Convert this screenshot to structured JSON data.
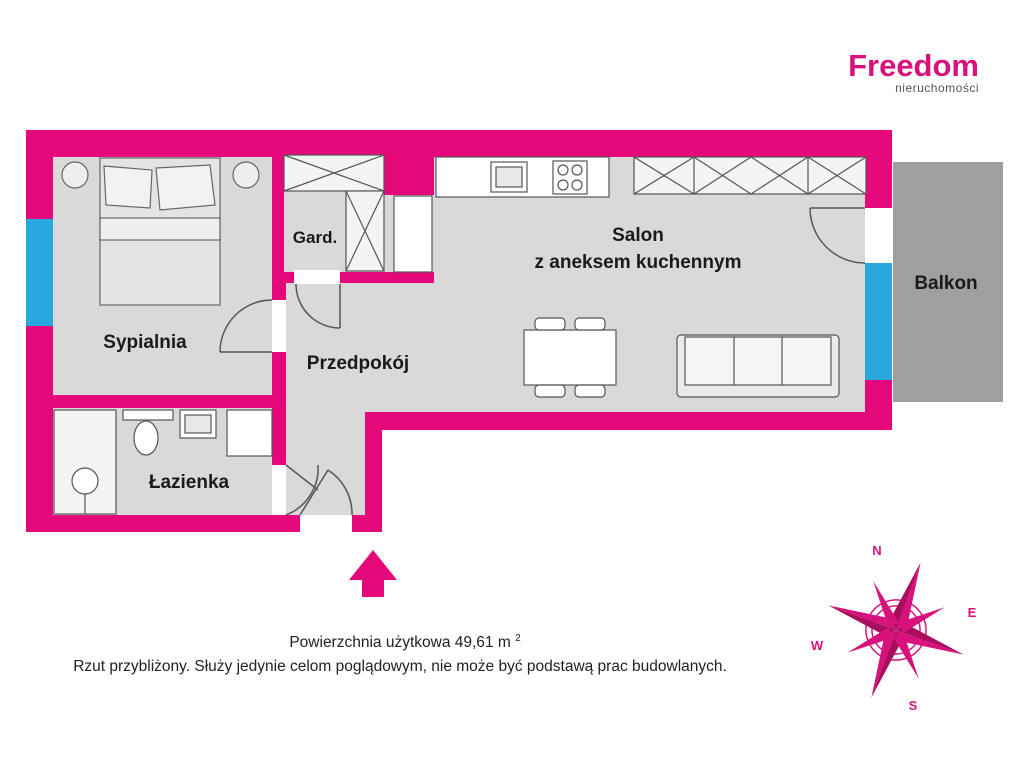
{
  "logo": {
    "name": "Freedom",
    "tagline": "nieruchomości"
  },
  "rooms": {
    "bedroom": "Sypialnia",
    "wardrobe": "Gard.",
    "living": "Salon",
    "living_sub": "z aneksem kuchennym",
    "hall": "Przedpokój",
    "bathroom": "Łazienka",
    "balcony": "Balkon"
  },
  "area": {
    "text": "Powierzchnia użytkowa 49,61 m",
    "unit_power": "2"
  },
  "disclaimer": "Rzut przybliżony. Służy jedynie celom poglądowym, nie może być podstawą prac budowlanych.",
  "compass": {
    "n": "N",
    "e": "E",
    "s": "S",
    "w": "W"
  },
  "colors": {
    "wall": "#e4087a",
    "floor": "#d9d9d9",
    "window": "#29a8e0",
    "balcony": "#9f9f9f",
    "accent": "#d8127d"
  }
}
